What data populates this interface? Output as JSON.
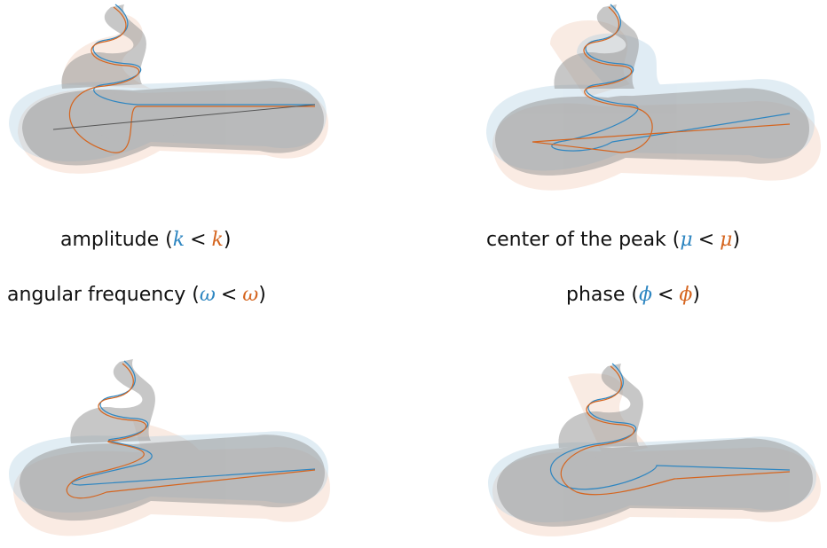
{
  "colors": {
    "blue": "#2e86c1",
    "orange": "#d5651f",
    "blue_tube": "#a9cbe0",
    "orange_tube": "#f0c7b0",
    "gray_tube": "#9a9a9a"
  },
  "captions": [
    {
      "prefix": "amplitude (",
      "sym_left": "k",
      "op": "<",
      "sym_right": "k",
      "suffix": ")"
    },
    {
      "prefix": "center of the peak (",
      "sym_left": "μ",
      "op": "<",
      "sym_right": "μ",
      "suffix": ")"
    },
    {
      "prefix": "angular frequency (",
      "sym_left": "ω",
      "op": "<",
      "sym_right": "ω",
      "suffix": ")"
    },
    {
      "prefix": "phase (",
      "sym_left": "ϕ",
      "op": "<",
      "sym_right": "ϕ",
      "suffix": ")"
    }
  ]
}
